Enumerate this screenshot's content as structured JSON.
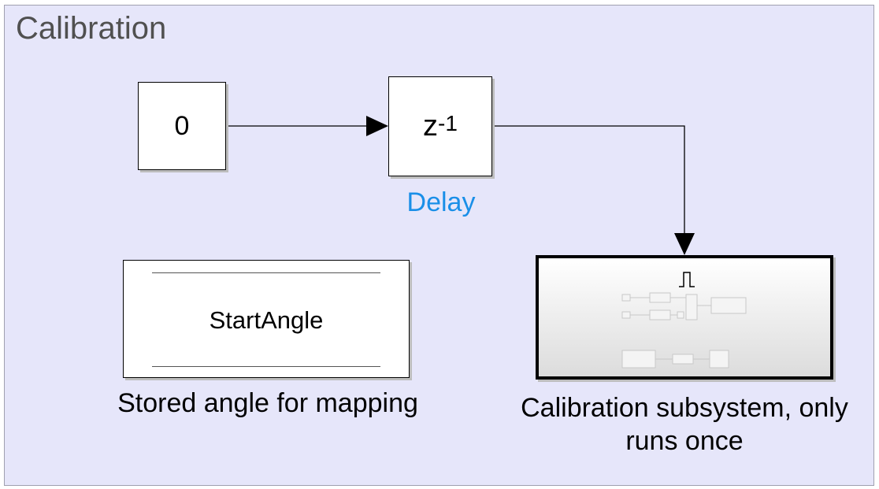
{
  "area": {
    "title": "Calibration"
  },
  "constant_block": {
    "value": "0"
  },
  "delay_block": {
    "base": "z",
    "exponent": "-1",
    "label": "Delay"
  },
  "data_store_block": {
    "name": "StartAngle",
    "caption": "Stored angle for mapping"
  },
  "subsystem_block": {
    "caption": "Calibration subsystem, only runs once",
    "icon": "triggered-pulse-icon"
  },
  "colors": {
    "area_background": "#e6e6fa",
    "block_label": "#1a8fe8"
  }
}
